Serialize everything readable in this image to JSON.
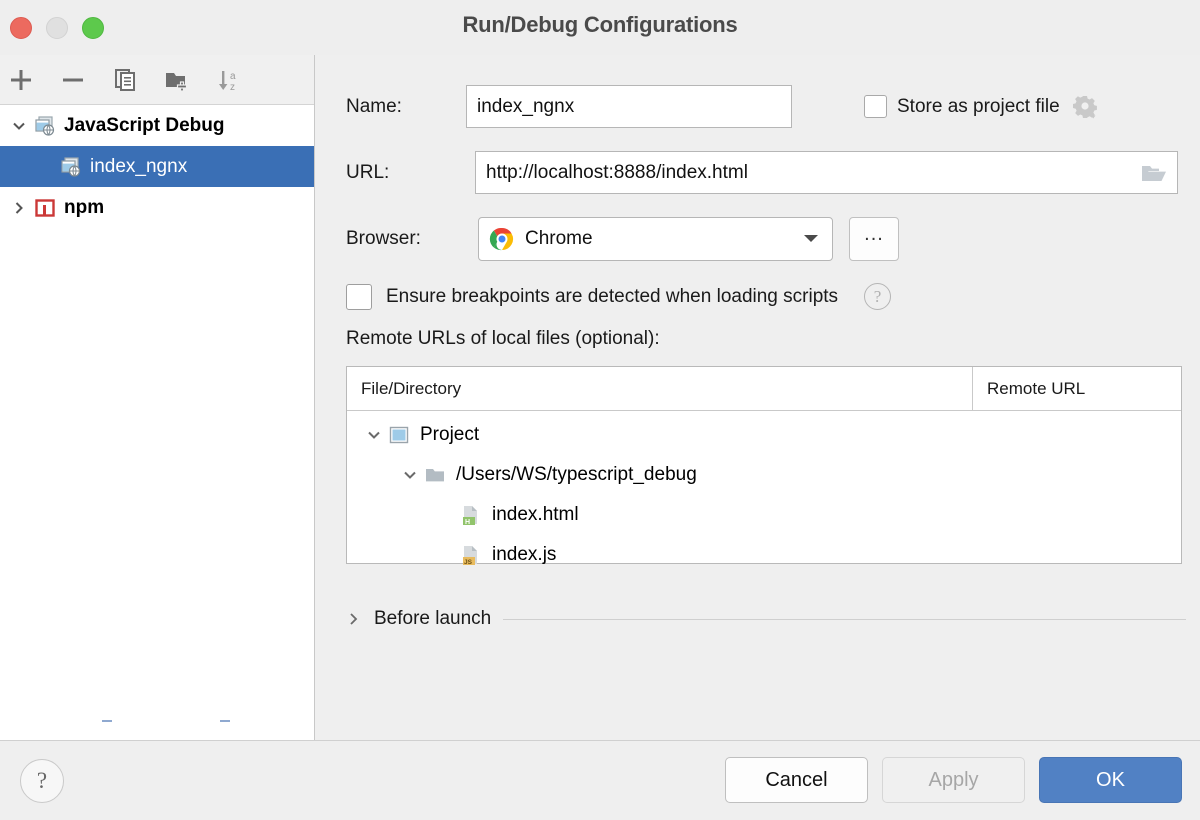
{
  "window": {
    "title": "Run/Debug Configurations",
    "traffic_lights": [
      "close-button",
      "minimize-button",
      "maximize-button"
    ],
    "accent_blue": "#5181c4",
    "selection_blue": "#3a6fb5"
  },
  "sidebar": {
    "toolbar": [
      {
        "name": "add-configuration-button",
        "icon": "plus-icon",
        "label": "+"
      },
      {
        "name": "remove-configuration-button",
        "icon": "minus-icon",
        "label": "−"
      },
      {
        "name": "copy-configuration-button",
        "icon": "copy-icon",
        "label": ""
      },
      {
        "name": "new-folder-button",
        "icon": "new-folder-icon",
        "label": ""
      },
      {
        "name": "sort-alphabetically-button",
        "icon": "sort-az-icon",
        "label": ""
      }
    ],
    "tree": [
      {
        "label": "JavaScript Debug",
        "icon": "javascript-debug-icon",
        "expanded": true,
        "level": 1,
        "selected": false
      },
      {
        "label": "index_ngnx",
        "icon": "javascript-debug-icon",
        "expanded": null,
        "level": 2,
        "selected": true
      },
      {
        "label": "npm",
        "icon": "npm-icon",
        "expanded": false,
        "level": 1,
        "selected": false
      }
    ]
  },
  "form": {
    "name_label": "Name:",
    "name_value": "index_ngnx",
    "store_as_project_file_label": "Store as project file",
    "store_as_project_file_checked": false,
    "store_gear_icon": "gear-dropdown-icon",
    "url_label": "URL:",
    "url_value": "http://localhost:8888/index.html",
    "url_browse_icon": "folder-open-icon",
    "browser_label": "Browser:",
    "browser_value": "Chrome",
    "browser_icon": "chrome-icon",
    "browser_more_label": "...",
    "ensure_breakpoints_label": "Ensure breakpoints are detected when loading scripts",
    "ensure_breakpoints_checked": false,
    "ensure_help_label": "?",
    "remote_urls_title": "Remote URLs of local files (optional):",
    "table": {
      "columns": [
        "File/Directory",
        "Remote URL"
      ],
      "rows": [
        {
          "label": "Project",
          "icon": "project-module-icon",
          "level": 0,
          "expanded": true,
          "remote_url": ""
        },
        {
          "label": "/Users/WS/typescript_debug",
          "icon": "folder-icon",
          "level": 1,
          "expanded": true,
          "remote_url": ""
        },
        {
          "label": "index.html",
          "icon": "html-file-icon",
          "level": 2,
          "expanded": null,
          "remote_url": ""
        },
        {
          "label": "index.js",
          "icon": "js-file-icon",
          "level": 2,
          "expanded": null,
          "remote_url": ""
        }
      ]
    },
    "before_launch_label": "Before launch",
    "before_launch_expanded": false
  },
  "footer": {
    "help_label": "?",
    "cancel_label": "Cancel",
    "apply_label": "Apply",
    "apply_enabled": false,
    "ok_label": "OK"
  }
}
